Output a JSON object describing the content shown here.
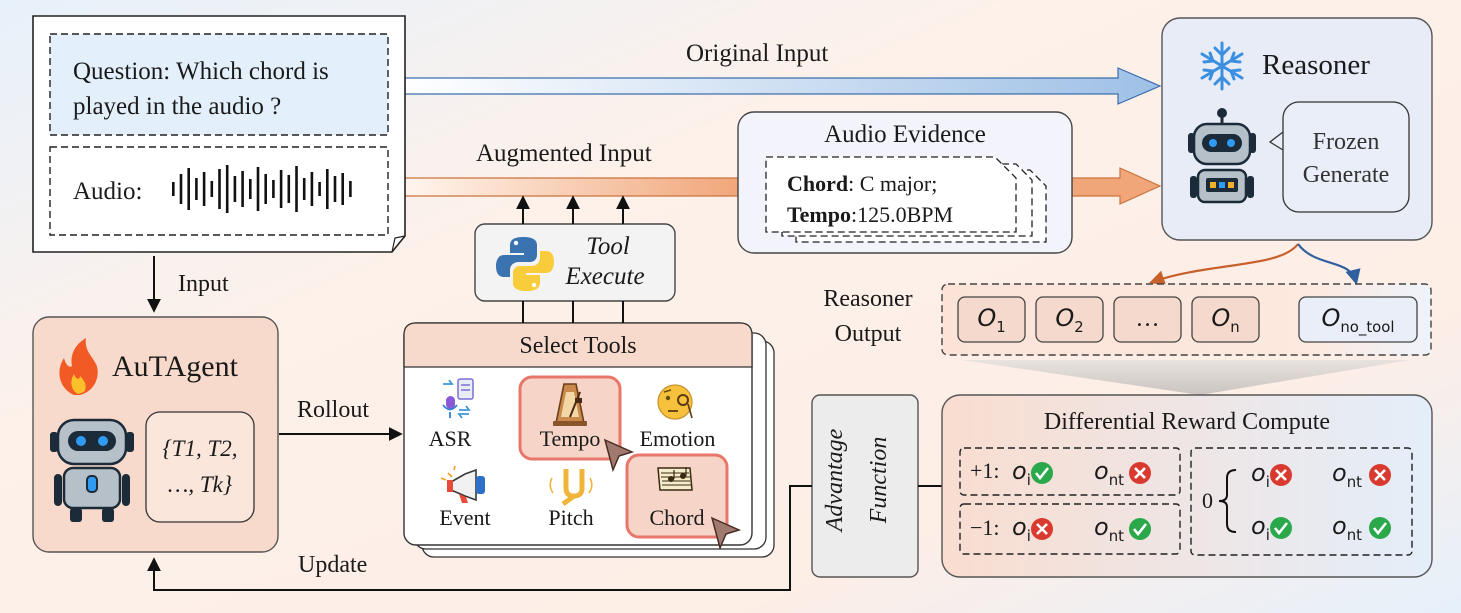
{
  "query": {
    "question": "Question: Which chord is played in the audio ?",
    "question_line1": "Question: Which chord is",
    "question_line2": "played in the audio ?",
    "audio_label": "Audio:"
  },
  "flows": {
    "original_input": "Original Input",
    "augmented_input": "Augmented Input",
    "input": "Input",
    "rollout": "Rollout",
    "update": "Update"
  },
  "evidence": {
    "title": "Audio Evidence",
    "chord_key": "Chord",
    "chord_value": ": C major;",
    "tempo_key": "Tempo",
    "tempo_value": ":125.0BPM"
  },
  "tool_execute": {
    "line1": "Tool",
    "line2": "Execute"
  },
  "reasoner": {
    "title": "Reasoner",
    "bubble_line1": "Frozen",
    "bubble_line2": "Generate",
    "output_label_line1": "Reasoner",
    "output_label_line2": "Output",
    "outputs": [
      {
        "base": "O",
        "sub": "1"
      },
      {
        "base": "O",
        "sub": "2"
      },
      {
        "base": "…",
        "sub": ""
      },
      {
        "base": "O",
        "sub": "n"
      },
      {
        "base": "O",
        "sub": "no_tool"
      }
    ]
  },
  "agent": {
    "title": "AuTAgent",
    "tools_line1": "{T1, T2,",
    "tools_line2": "…, Tk}"
  },
  "select_tools": {
    "title": "Select Tools",
    "tools": [
      {
        "label": "ASR",
        "icon": "asr-icon",
        "selected": false
      },
      {
        "label": "Tempo",
        "icon": "metronome-icon",
        "selected": true
      },
      {
        "label": "Emotion",
        "icon": "emotion-icon",
        "selected": false
      },
      {
        "label": "Event",
        "icon": "megaphone-icon",
        "selected": false
      },
      {
        "label": "Pitch",
        "icon": "tuning-fork-icon",
        "selected": false
      },
      {
        "label": "Chord",
        "icon": "sheet-music-icon",
        "selected": true
      }
    ]
  },
  "advantage": {
    "line1": "Advantage",
    "line2": "Function"
  },
  "reward": {
    "title": "Differential Reward Compute",
    "plus_one": "+1:",
    "minus_one": "−1:",
    "zero": "0",
    "oi": "o",
    "oi_sub": "i",
    "ont": "o",
    "ont_sub": "nt"
  },
  "colors": {
    "blue_arrow": "#a9c7e8",
    "orange_arrow": "#f3b892",
    "card_blue": "#e6f1fb",
    "reasoner_bg": "#e9edf6",
    "agent_bg": "#f8ddd0",
    "check_green": "#2aa84a",
    "cross_red": "#d93a30",
    "selected_red": "#e8776b"
  }
}
